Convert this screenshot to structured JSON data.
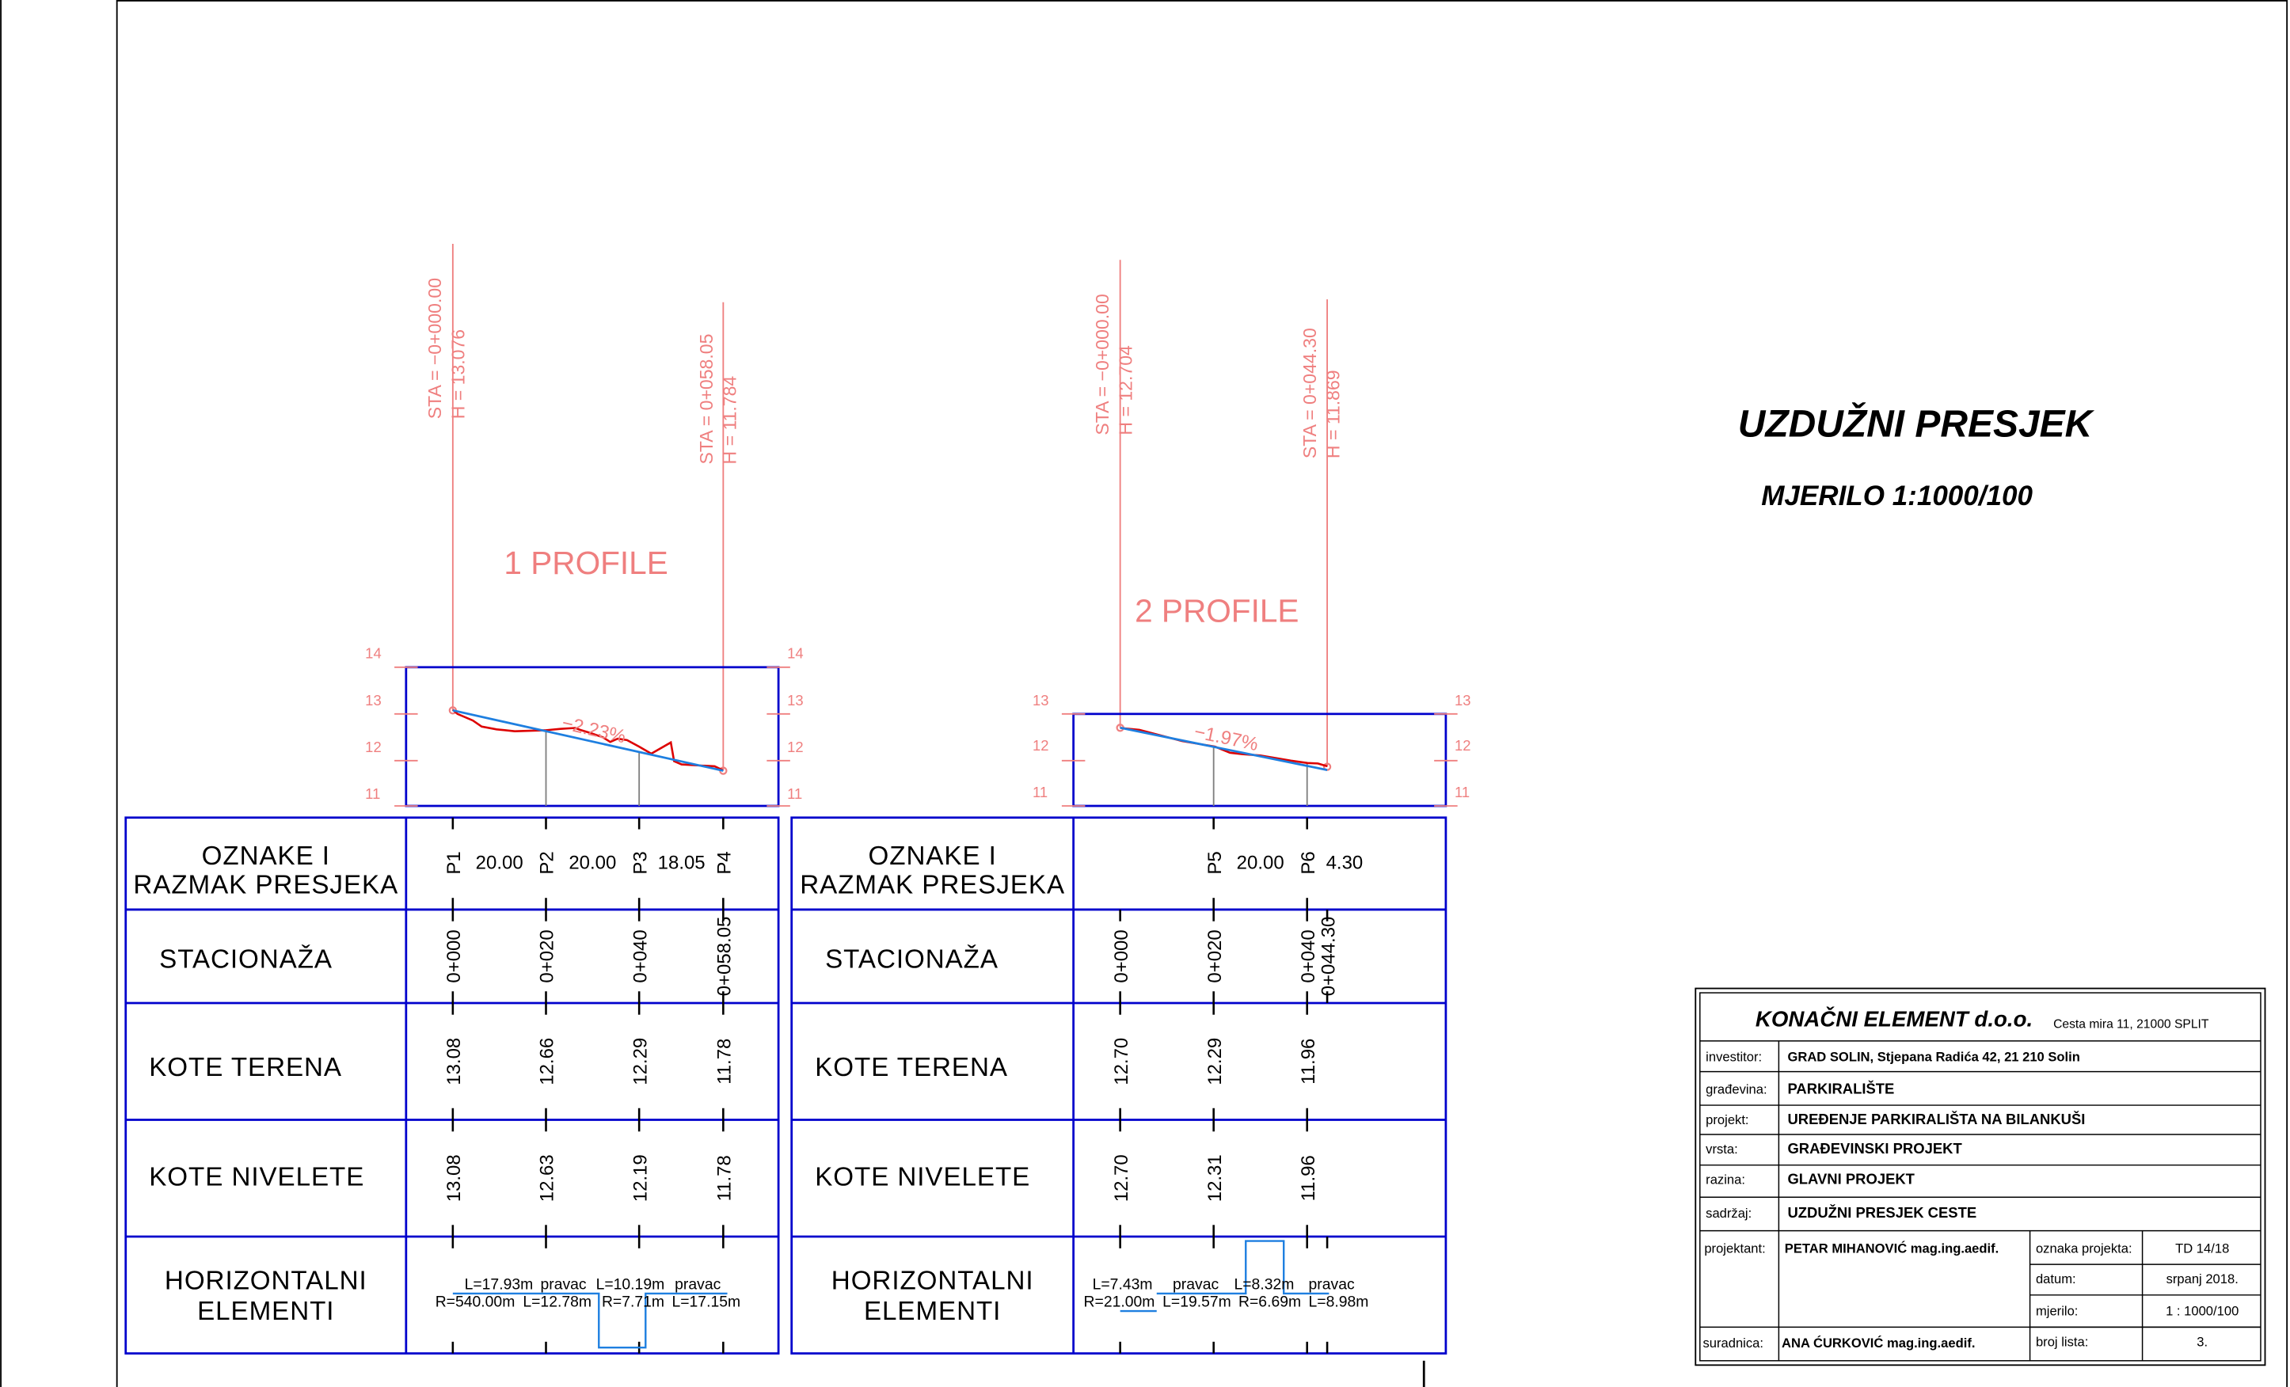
{
  "colors": {
    "frame": "#0000cc",
    "annotation": "#ef7f7f",
    "terrain": "#dd0000",
    "grade": "#1e7fe0"
  },
  "heading": {
    "title": "UZDUŽNI PRESJEK",
    "scale": "MJERILO  1:1000/100"
  },
  "row_labels": {
    "oznake_1": "OZNAKE I",
    "oznake_2": "RAZMAK PRESJEKA",
    "stacionaza": "STACIONAŽA",
    "kote_terena": "KOTE TERENA",
    "kote_nivelete": "KOTE NIVELETE",
    "horiz_1": "HORIZONTALNI",
    "horiz_2": "ELEMENTI"
  },
  "profiles": [
    {
      "title": "1 PROFILE",
      "grade": "−2.23%",
      "axis_labels": [
        "14",
        "13",
        "12",
        "11"
      ],
      "start": {
        "sta": "STA  =  −0+000.00",
        "h": "H  =  13.076"
      },
      "end": {
        "sta": "STA  =  0+058.05",
        "h": "H  =  11.784"
      },
      "grade_line": [
        [
          0,
          13.076
        ],
        [
          58.05,
          11.784
        ]
      ],
      "terrain": [
        [
          0,
          13.09
        ],
        [
          1,
          13.0
        ],
        [
          4.3,
          12.86
        ],
        [
          6.2,
          12.73
        ],
        [
          9.4,
          12.67
        ],
        [
          13.3,
          12.63
        ],
        [
          16.6,
          12.64
        ],
        [
          19.8,
          12.65
        ],
        [
          23.1,
          12.68
        ],
        [
          26.3,
          12.7
        ],
        [
          27.3,
          12.66
        ],
        [
          29.6,
          12.59
        ],
        [
          32.2,
          12.5
        ],
        [
          33.8,
          12.4
        ],
        [
          35.4,
          12.47
        ],
        [
          37.4,
          12.44
        ],
        [
          40,
          12.3
        ],
        [
          42.6,
          12.15
        ],
        [
          46.8,
          12.39
        ],
        [
          47.5,
          11.99
        ],
        [
          49.1,
          11.92
        ],
        [
          52.4,
          11.9
        ],
        [
          56.2,
          11.88
        ],
        [
          57.9,
          11.8
        ]
      ],
      "sections": [
        {
          "station": 0,
          "name": "P1",
          "stacionaza": "0+000",
          "teren": "13.08",
          "niveleta": "13.08"
        },
        {
          "station": 20,
          "name": "P2",
          "stacionaza": "0+020",
          "teren": "12.66",
          "niveleta": "12.63"
        },
        {
          "station": 40,
          "name": "P3",
          "stacionaza": "0+040",
          "teren": "12.29",
          "niveleta": "12.19"
        },
        {
          "station": 58.05,
          "name": "P4",
          "stacionaza": "0+058.05",
          "teren": "11.78",
          "niveleta": "11.78"
        }
      ],
      "distances": [
        {
          "from": 0,
          "to": 20,
          "text": "20.00"
        },
        {
          "from": 20,
          "to": 40,
          "text": "20.00"
        },
        {
          "from": 40,
          "to": 58.05,
          "text": "18.05"
        }
      ],
      "horizontal": [
        {
          "top": "L=17.93m",
          "bottom": "R=540.00m"
        },
        {
          "top": "pravac",
          "bottom": "L=12.78m"
        },
        {
          "top": "L=10.19m",
          "bottom": "R=7.71m"
        },
        {
          "top": "pravac",
          "bottom": "L=17.15m"
        }
      ]
    },
    {
      "title": "2 PROFILE",
      "grade": "−1.97%",
      "axis_labels": [
        "13",
        "12",
        "11"
      ],
      "start": {
        "sta": "STA  =  −0+000.00",
        "h": "H  =  12.704"
      },
      "end": {
        "sta": "STA  =  0+044.30",
        "h": "H  =  11.869"
      },
      "grade_line": [
        [
          0,
          12.704
        ],
        [
          44.3,
          11.8
        ]
      ],
      "terrain": [
        [
          0,
          12.7
        ],
        [
          4.1,
          12.66
        ],
        [
          13.2,
          12.42
        ],
        [
          20.3,
          12.3
        ],
        [
          23.5,
          12.17
        ],
        [
          26.1,
          12.14
        ],
        [
          30,
          12.11
        ],
        [
          36.5,
          12.0
        ],
        [
          40.1,
          11.95
        ],
        [
          42.3,
          11.94
        ],
        [
          44.3,
          11.88
        ]
      ],
      "sections": [
        {
          "station": 0,
          "name": "",
          "stacionaza": "0+000",
          "teren": "12.70",
          "niveleta": "12.70"
        },
        {
          "station": 20,
          "name": "P5",
          "stacionaza": "0+020",
          "teren": "12.29",
          "niveleta": "12.31"
        },
        {
          "station": 40,
          "name": "P6",
          "stacionaza": "0+040",
          "teren": "11.96",
          "niveleta": "11.96"
        },
        {
          "station": 44.3,
          "name": "",
          "stacionaza": "0+044.30",
          "teren": "",
          "niveleta": ""
        }
      ],
      "distances": [
        {
          "from": 20,
          "to": 40,
          "text": "20.00"
        },
        {
          "from": 40,
          "to": 48,
          "text": "4.30"
        }
      ],
      "horizontal": [
        {
          "top": "L=7.43m",
          "bottom": "R=21.00m"
        },
        {
          "top": "pravac",
          "bottom": "L=19.57m"
        },
        {
          "top": "L=8.32m",
          "bottom": "R=6.69m"
        },
        {
          "top": "pravac",
          "bottom": "L=8.98m"
        }
      ]
    }
  ],
  "title_block": {
    "company": "KONAČNI ELEMENT d.o.o.",
    "address": "Cesta mira 11, 21000 SPLIT",
    "rows": [
      {
        "label": "investitor:",
        "value": "GRAD SOLIN, Stjepana Radića 42, 21 210 Solin"
      },
      {
        "label": "građevina:",
        "value": "PARKIRALIŠTE"
      },
      {
        "label": "projekt:",
        "value": "UREĐENJE PARKIRALIŠTA NA BILANKUŠI"
      },
      {
        "label": "vrsta:",
        "value": "GRAĐEVINSKI PROJEKT"
      },
      {
        "label": "razina:",
        "value": "GLAVNI PROJEKT"
      },
      {
        "label": "sadržaj:",
        "value": "UZDUŽNI PRESJEK CESTE"
      }
    ],
    "projektant_label": "projektant:",
    "projektant": "PETAR MIHANOVIĆ mag.ing.aedif.",
    "suradnica_label": "suradnica:",
    "suradnica": "ANA ĆURKOVIĆ mag.ing.aedif.",
    "meta": [
      {
        "label": "oznaka projekta:",
        "value": "TD 14/18"
      },
      {
        "label": "datum:",
        "value": "srpanj 2018."
      },
      {
        "label": "mjerilo:",
        "value": "1 : 1000/100"
      },
      {
        "label": "broj lista:",
        "value": "3."
      }
    ]
  }
}
